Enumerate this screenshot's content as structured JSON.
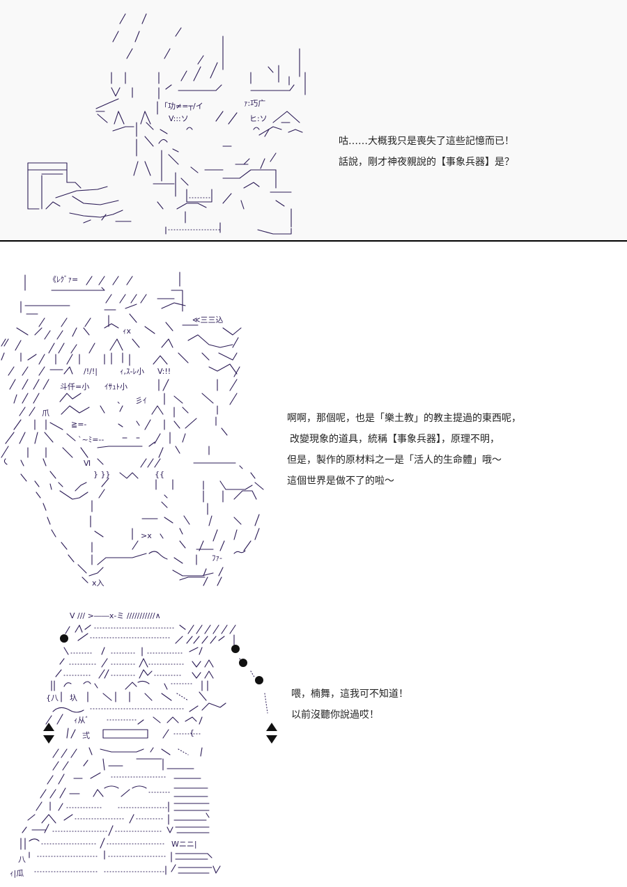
{
  "panels": [
    {
      "lines": [
        "咕……大概我只是喪失了這些記憶而已！",
        "話說，剛才神夜親說的【事象兵器】是？"
      ],
      "art_texts": [
        "「功≠=┬/イ",
        "ｧ:巧广",
        "V:::ソ",
        "ヒ:ソ"
      ]
    },
    {
      "lines": [
        "啊啊，那個呢，也是「樂土教」的教主提過的東西呢，",
        "改變現象的道具，統稱【事象兵器】，原理不明，",
        "但是，製作的原材料之一是「活人的生命體」哦～",
        "這個世界是做不了的啦～"
      ],
      "art_texts": [
        "《ﾚｸﾞｧ=",
        "斗仟=小",
        "ｲｻｭﾄ小",
        "≪三三込",
        "ﾌｧ-"
      ]
    },
    {
      "lines": [
        "喂，楠舞，這我可不知道！",
        "以前沒聽你說過哎！"
      ],
      "art_texts": [
        "V /// >――x-ミ ///////////∧",
        "ｨ从ﾞ",
        "弍",
        "Wニニ|",
        "ｨ|瓜"
      ]
    }
  ]
}
